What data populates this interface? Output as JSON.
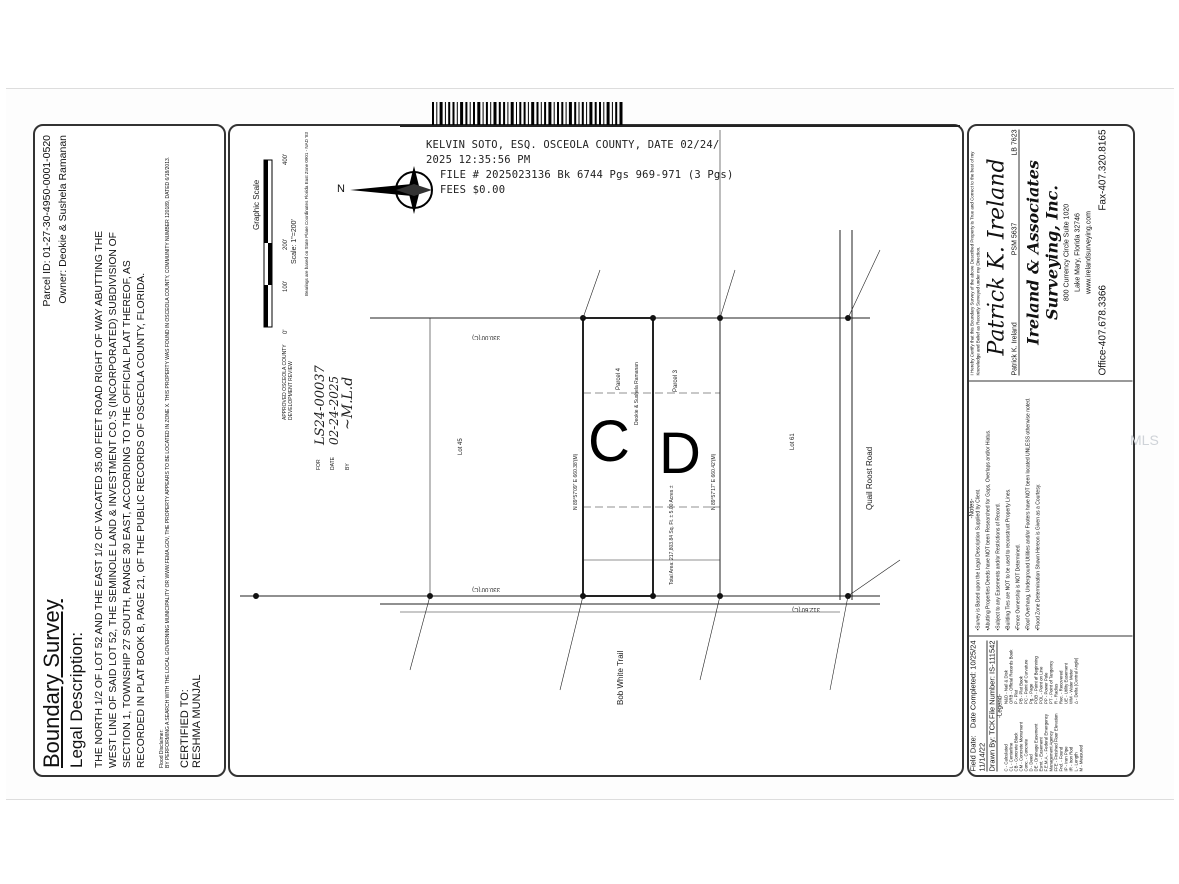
{
  "recording_stamp": {
    "line1": "KELVIN SOTO, ESQ. OSCEOLA COUNTY, DATE 02/24/",
    "line2": "2025 12:35:56 PM",
    "line3": "FILE # 2025023136 Bk 6744 Pgs 969-971 (3 Pgs)",
    "line4": "FEES $0.00"
  },
  "left_panel": {
    "title": "Boundary Survey",
    "subtitle": "Legal Description:",
    "legal_description": "THE NORTH 1/2 OF LOT 52 AND THE EAST 1/2 OF VACATED 35.00 FEET ROAD RIGHT OF WAY ABUTTING THE WEST LINE OF SAID LOT 52, THE SEMINOLE LAND & INVESTMENT CO.'S (INCORPORATED) SUBDIVISION OF SECTION 1, TOWNSHIP 27 SOUTH, RANGE 30 EAST, ACCORDING TO THE OFFICIAL PLAT THEREOF, AS RECORDED IN PLAT BOOK B, PAGE 21, OF THE PUBLIC RECORDS OF OSCEOLA COUNTY, FLORIDA.",
    "flood_disclaimer_label": "Flood Disclaimer:",
    "flood_disclaimer": "BY PERFORMING A SEARCH WITH THE LOCAL GOVERNING MUNICIPALITY OR WWW.FEMA.GOV, THE PROPERTY APPEARS TO BE LOCATED IN ZONE X. THIS PROPERTY WAS FOUND IN OSCEOLA COUNTY, COMMUNITY NUMBER 120189, DATED 6/18/2013.",
    "certified_to_label": "CERTIFIED TO:",
    "certified_to": "RESHMA MUNJAL",
    "parcel_id": "Parcel ID: 01-27-30-4950-0001-0520",
    "owner": "Owner: Deokie & Sushela Ramanan"
  },
  "drawing": {
    "graphic_scale_title": "Graphic Scale",
    "scale_ticks": [
      "0'",
      "100'",
      "200'",
      "400'"
    ],
    "scale_text": "Scale: 1\"=200'",
    "bearings_note": "Bearings are based on State Plane Coordinates Florida East Zone 0901 - NAD '83",
    "north_label": "N",
    "approval_stamp": {
      "heading": "APPROVED OSCEOLA COUNTY DEVELOPMENT REVIEW",
      "for_label": "FOR",
      "for_value": "LS24-00037",
      "date_label": "DATE",
      "date_value": "02-24-2025",
      "by_label": "BY"
    },
    "parcel_c_label": "C",
    "parcel_d_label": "D",
    "labels": {
      "lot45": "Lot 45",
      "lot61": "Lot 61",
      "quail_roost_road": "Quail Roost Road",
      "bob_white_trail": "Bob White Trail",
      "parcel_4": "Parcel 4",
      "parcel_3": "Parcel 3",
      "parcel_4_owner": "Deokie & Sushela Ramanan",
      "total_area": "Total Area: 217,803.84 Sq. Ft. ± 5.00 Acres ±",
      "bearing_west": "N 89°57'09\" E 660.38'(M)",
      "bearing_east": "N 89°57'17\" E 660.42'(M)",
      "dist_top": "330.00'(C)",
      "dist_bottom": "330.00'(C)",
      "dist_road": "312.60'(C)"
    }
  },
  "right_panel": {
    "field_date": "Field Date: 11/14/22",
    "date_completed": "Date Completed: 10/25/24",
    "drawn_by": "Drawn By: TCK",
    "file_number": "File Number: IS-111542",
    "legend_title": "-Legend-",
    "legend": [
      "C - Calculated",
      "CL - Centerline",
      "CB - Concrete Block",
      "CM - Concrete Monument",
      "Conc. - Concrete",
      "D - Deed",
      "DE - Drainage Easement",
      "Esmt. - Easement",
      "F.E.M.A. - Federal Emergency Management Agency",
      "FFE - Finished Floor Elevation",
      "Fnd. - Found",
      "IP - Iron Pipe",
      "IR - Iron Rod",
      "L - Length",
      "M - Measured",
      "N&D - Nail & Disk",
      "ORB - Official Records Book",
      "P - Plat",
      "PB - Plat Book",
      "PC - Point of Curvature",
      "Pg. - Page",
      "POB - Point of Beginning",
      "POL - Point on Line",
      "PP - Power Pole",
      "PT - Point of Tangency",
      "R - Radius",
      "Rec. - Recovered",
      "UE - Utility Easement",
      "WM - Water Meter",
      "Δ - Delta (Central Angle)"
    ],
    "notes_title": "-Notes-",
    "notes": [
      "Survey is Based upon the Legal Description Supplied by Client.",
      "Abutting Properties Deeds have NOT been Researched for Gaps, Overlaps and/or Hiatus.",
      "Subject to any Easements and/or Restrictions of Record.",
      "Building Ties are NOT to be used to reconstruct Property Lines.",
      "Fence Ownership is NOT Determined.",
      "Roof Overhang, Underground Utilities and/or Footers have NOT been located UNLESS otherwise noted.",
      "Flood Zone Determination Shown Hereon is Given as a Courtesy."
    ],
    "certification": "I Hereby Certify that this Boundary Survey of the above Described Property is True and Correct to the best of my Knowledge and Belief as Recently Surveyed under my Direction.",
    "surveyor": "Patrick K. Ireland",
    "psm": "PSM 5637",
    "lb": "LB 7623",
    "company": "Ireland & Associates Surveying, Inc.",
    "address1": "800 Currency Circle Suite 1020",
    "address2": "Lake Mary, Florida 32746",
    "website": "www.irelandsurveying.com",
    "office": "Office-407.678.3366",
    "fax": "Fax-407.320.8165"
  },
  "watermark": "MLS"
}
